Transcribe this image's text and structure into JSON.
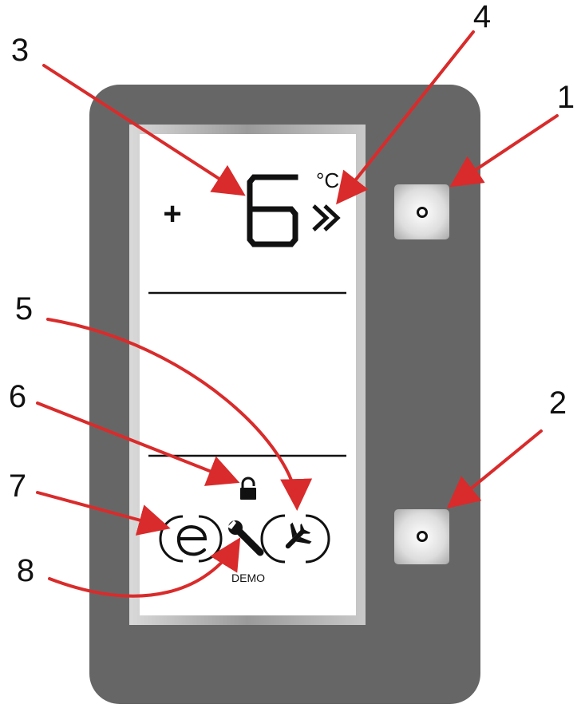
{
  "diagram": {
    "temperature_sign": "+",
    "temperature_value": "6",
    "temperature_unit": "°C",
    "demo_label": "DEMO",
    "callouts": [
      {
        "number": "1",
        "target": "upper-button"
      },
      {
        "number": "2",
        "target": "lower-button"
      },
      {
        "number": "3",
        "target": "temperature-digit"
      },
      {
        "number": "4",
        "target": "superfast-cool-icon"
      },
      {
        "number": "5",
        "target": "holiday-mode-icon"
      },
      {
        "number": "6",
        "target": "lock-icon"
      },
      {
        "number": "7",
        "target": "eco-icon"
      },
      {
        "number": "8",
        "target": "demo-wrench-icon"
      }
    ],
    "colors": {
      "housing": "#666666",
      "display_bg": "#ffffff",
      "frame": "#b8b8b8",
      "button": "#d6d6d6",
      "callout_arrow": "#d92b2b",
      "ink": "#111111"
    }
  }
}
